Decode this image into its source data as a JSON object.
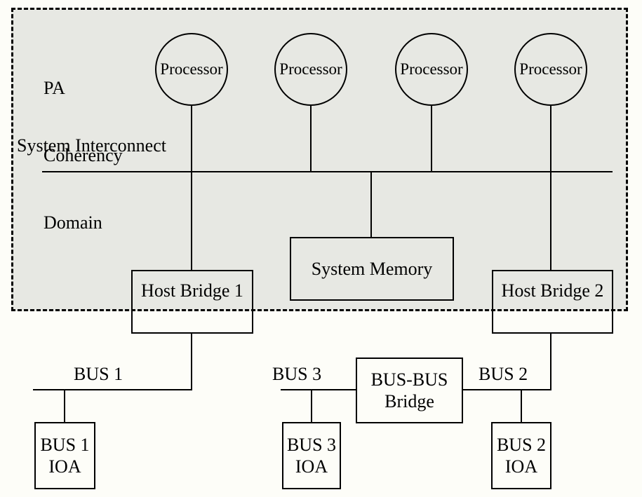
{
  "domain": {
    "label_lines": [
      "PA",
      "Coherency",
      "Domain"
    ]
  },
  "interconnect": {
    "label": "System Interconnect"
  },
  "processors": [
    {
      "label": "Processor"
    },
    {
      "label": "Processor"
    },
    {
      "label": "Processor"
    },
    {
      "label": "Processor"
    }
  ],
  "nodes": {
    "host_bridge_1": {
      "label": "Host Bridge 1"
    },
    "system_memory": {
      "label": "System Memory"
    },
    "host_bridge_2": {
      "label": "Host Bridge 2"
    },
    "bus_bus_bridge": {
      "lines": [
        "BUS-BUS",
        "Bridge"
      ]
    },
    "bus1_ioa": {
      "lines": [
        "BUS 1",
        "IOA"
      ]
    },
    "bus3_ioa": {
      "lines": [
        "BUS 3",
        "IOA"
      ]
    },
    "bus2_ioa": {
      "lines": [
        "BUS 2",
        "IOA"
      ]
    }
  },
  "bus_labels": {
    "bus1": "BUS 1",
    "bus3": "BUS 3",
    "bus2": "BUS 2"
  },
  "colors": {
    "domain_fill": "#e7e8e3",
    "line_color": "#000000",
    "page_background": "#fdfdf8"
  }
}
